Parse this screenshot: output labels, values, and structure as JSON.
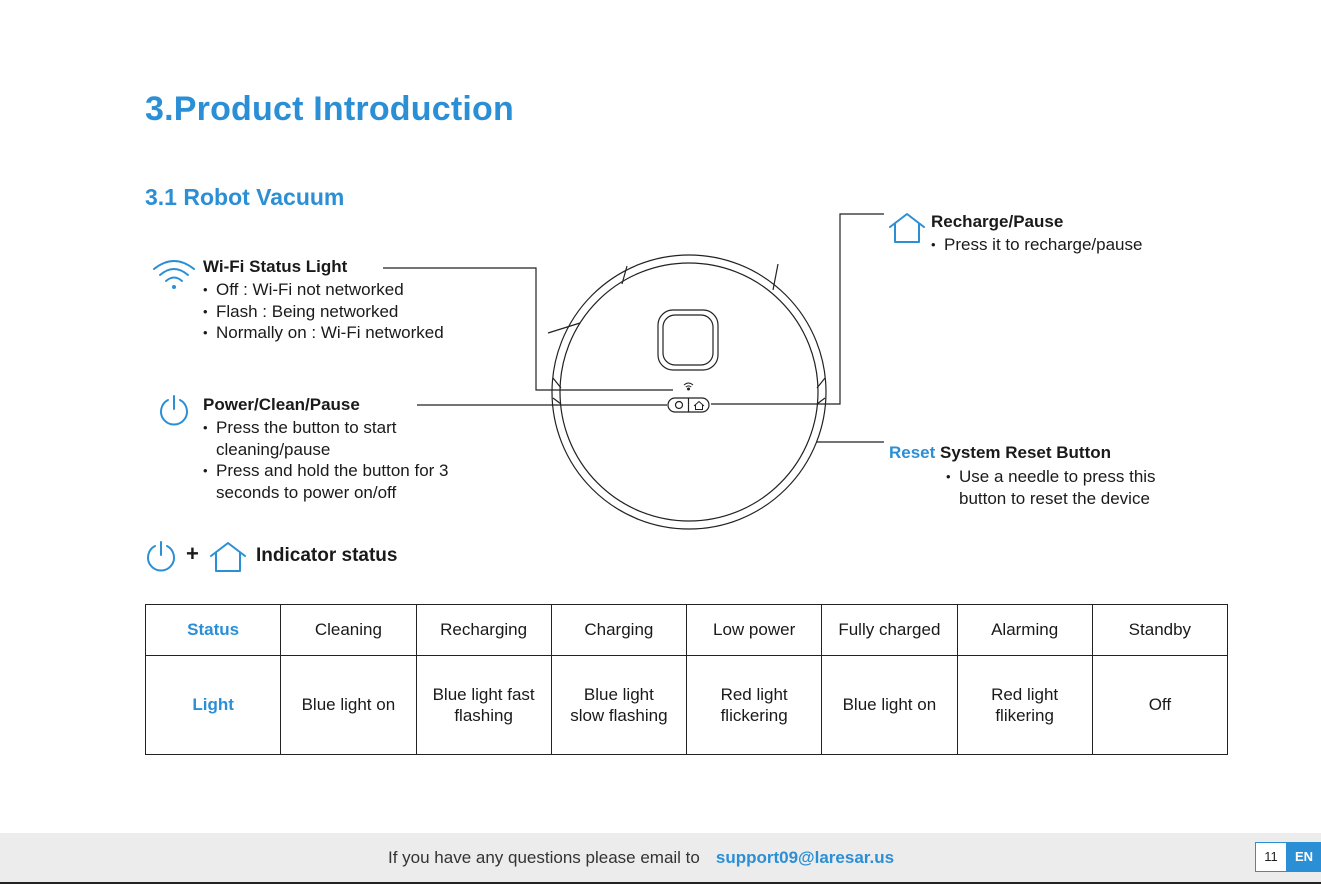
{
  "title": "3.Product Introduction",
  "subtitle": "3.1 Robot Vacuum",
  "wifi": {
    "icon": "wifi-icon",
    "title": "Wi-Fi Status Light",
    "bullets": [
      "Off : Wi-Fi not networked",
      "Flash : Being networked",
      "Normally on : Wi-Fi networked"
    ]
  },
  "power": {
    "icon": "power-icon",
    "title": "Power/Clean/Pause",
    "bullet1_line1": "Press the button to start",
    "bullet1_line2": "cleaning/pause",
    "bullet2_line1": "Press and hold the button for 3",
    "bullet2_line2": "seconds to power on/off"
  },
  "recharge": {
    "icon": "home-icon",
    "title": "Recharge/Pause",
    "bullets": [
      "Press it to recharge/pause"
    ]
  },
  "reset": {
    "tag": "Reset",
    "title": "System Reset Button",
    "bullet_line1": "Use a needle to press this",
    "bullet_line2": "button to reset the device"
  },
  "indicator": {
    "plus": "+",
    "label": "Indicator status"
  },
  "table": {
    "row_heads": [
      "Status",
      "Light"
    ],
    "statuses": [
      "Cleaning",
      "Recharging",
      "Charging",
      "Low power",
      "Fully charged",
      "Alarming",
      "Standby"
    ],
    "lights": [
      [
        "Blue light on"
      ],
      [
        "Blue light fast",
        "flashing"
      ],
      [
        "Blue light",
        "slow flashing"
      ],
      [
        "Red light",
        "flickering"
      ],
      [
        "Blue light on"
      ],
      [
        "Red light",
        "flikering"
      ],
      [
        "Off"
      ]
    ]
  },
  "footer": {
    "text": "If you have any questions please email to",
    "email": "support09@laresar.us",
    "page": "11",
    "lang": "EN"
  },
  "colors": {
    "accent": "#2b8fd6",
    "text": "#1a1a1a",
    "footer_bg": "#ececec"
  }
}
